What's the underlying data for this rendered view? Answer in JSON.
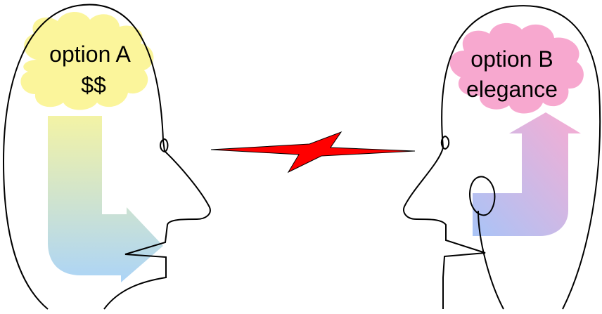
{
  "left_thought": {
    "line1": "option A",
    "line2": "$$",
    "cloud_color": "#fbf59b"
  },
  "right_thought": {
    "line1": "option B",
    "line2": "elegance",
    "cloud_color": "#f7a8cf"
  },
  "colors": {
    "outline": "#000000",
    "lightning": "#ff0000",
    "left_arrow_top": "#f3f3a5",
    "left_arrow_bottom": "#acd4f7",
    "right_arrow_top": "#f8acd2",
    "right_arrow_bottom": "#a9c4f7"
  }
}
